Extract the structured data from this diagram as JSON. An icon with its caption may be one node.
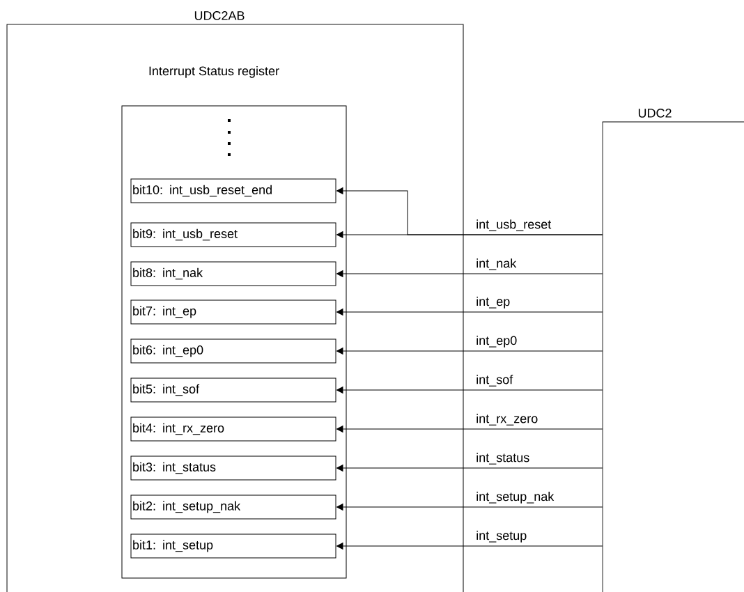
{
  "diagram": {
    "nodes": [
      {
        "text": [
          "UDC2AB"
        ]
      },
      {
        "text": [
          "Interrupt Status register"
        ],
        "in": 0
      },
      {
        "text": [
          "bit10: int_usb_reset_end"
        ],
        "in": 1
      },
      {
        "text": [
          "bit9: int_usb_reset"
        ],
        "in": 1
      },
      {
        "text": [
          "bit8: int_nak"
        ],
        "in": 1
      },
      {
        "text": [
          "bit7: int_ep"
        ],
        "in": 1
      },
      {
        "text": [
          "bit6: int_ep0"
        ],
        "in": 1
      },
      {
        "text": [
          "bit5: int_sof"
        ],
        "in": 1
      },
      {
        "text": [
          "bit4: int_rx_zero"
        ],
        "in": 1
      },
      {
        "text": [
          "bit3: int_status"
        ],
        "in": 1
      },
      {
        "text": [
          "bit2: int_setup_nak"
        ],
        "in": 1
      },
      {
        "text": [
          "bit1: int_setup"
        ],
        "in": 1
      },
      {
        "text": [
          "UDC2"
        ]
      }
    ],
    "edges": [
      {
        "from": 12,
        "to": 2,
        "arrow": "to"
      },
      {
        "from": 12,
        "to": 3,
        "arrow": "to",
        "label": "int_usb_reset"
      },
      {
        "from": 12,
        "to": 4,
        "arrow": "to",
        "label": "int_nak"
      },
      {
        "from": 12,
        "to": 5,
        "arrow": "to",
        "label": "int_ep"
      },
      {
        "from": 12,
        "to": 6,
        "arrow": "to",
        "label": "int_ep0"
      },
      {
        "from": 12,
        "to": 7,
        "arrow": "to",
        "label": "int_sof"
      },
      {
        "from": 12,
        "to": 8,
        "arrow": "to",
        "label": "int_rx_zero"
      },
      {
        "from": 12,
        "to": 9,
        "arrow": "to",
        "label": "int_status"
      },
      {
        "from": 12,
        "to": 10,
        "arrow": "to",
        "label": "int_setup_nak"
      },
      {
        "from": 12,
        "to": 11,
        "arrow": "to",
        "label": "int_setup"
      }
    ]
  }
}
